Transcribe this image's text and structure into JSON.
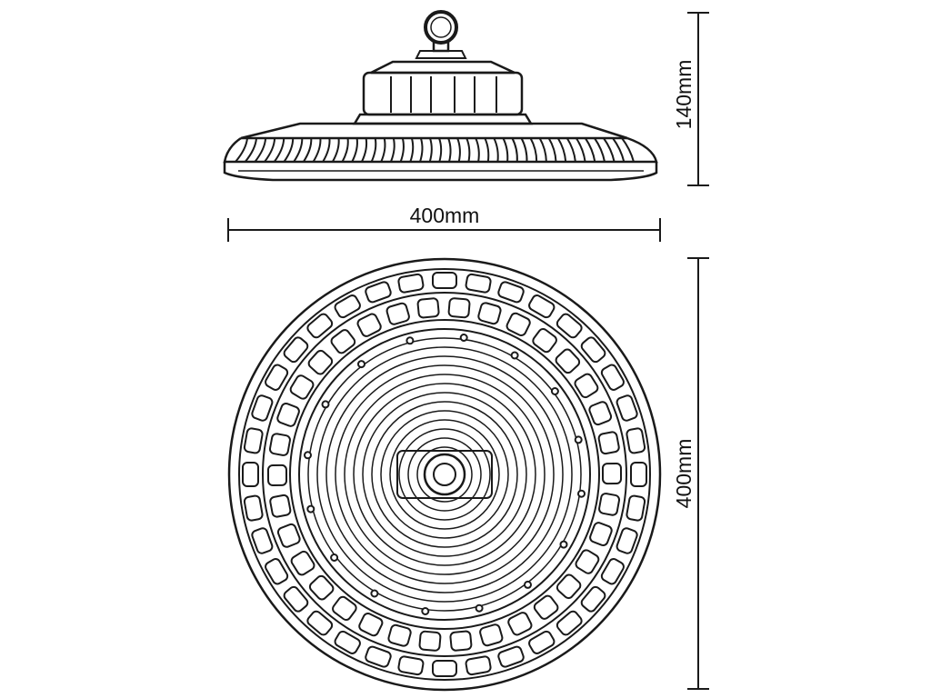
{
  "dimensions": {
    "height_label": "140mm",
    "width_label": "400mm",
    "diameter_h_label": "400mm",
    "diameter_v_label": "400mm"
  },
  "counts": {
    "outer_ring_slots": 36,
    "inner_ring_slots": 34,
    "mount_holes": 16,
    "lens_rings": 12,
    "side_fins": 42
  }
}
